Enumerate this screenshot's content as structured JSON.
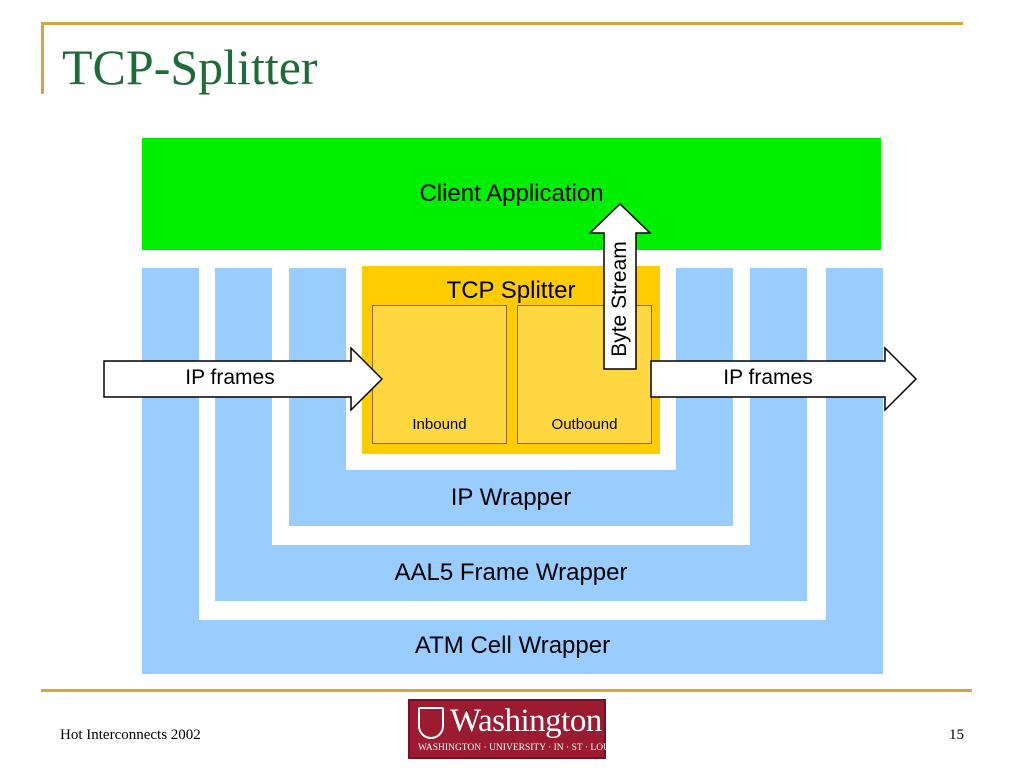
{
  "slide": {
    "title": "TCP-Splitter",
    "footer_left": "Hot Interconnects 2002",
    "page_number": "15"
  },
  "diagram": {
    "client_application": "Client Application",
    "tcp_splitter": "TCP Splitter",
    "inbound": "Inbound",
    "outbound": "Outbound",
    "byte_stream": "Byte Stream",
    "ip_frames_in": "IP frames",
    "ip_frames_out": "IP frames",
    "ip_wrapper": "IP Wrapper",
    "aal5_wrapper": "AAL5 Frame Wrapper",
    "atm_wrapper": "ATM Cell Wrapper"
  },
  "logo": {
    "wordmark": "Washington",
    "subtitle": "WASHINGTON · UNIVERSITY · IN · ST · LOUIS"
  },
  "colors": {
    "title": "#1E6B3A",
    "accent_rule": "#D4A640",
    "client": "#00EE00",
    "wrapper": "#99CCFF",
    "splitter": "#FFCC00",
    "logo": "#9B1B30"
  }
}
